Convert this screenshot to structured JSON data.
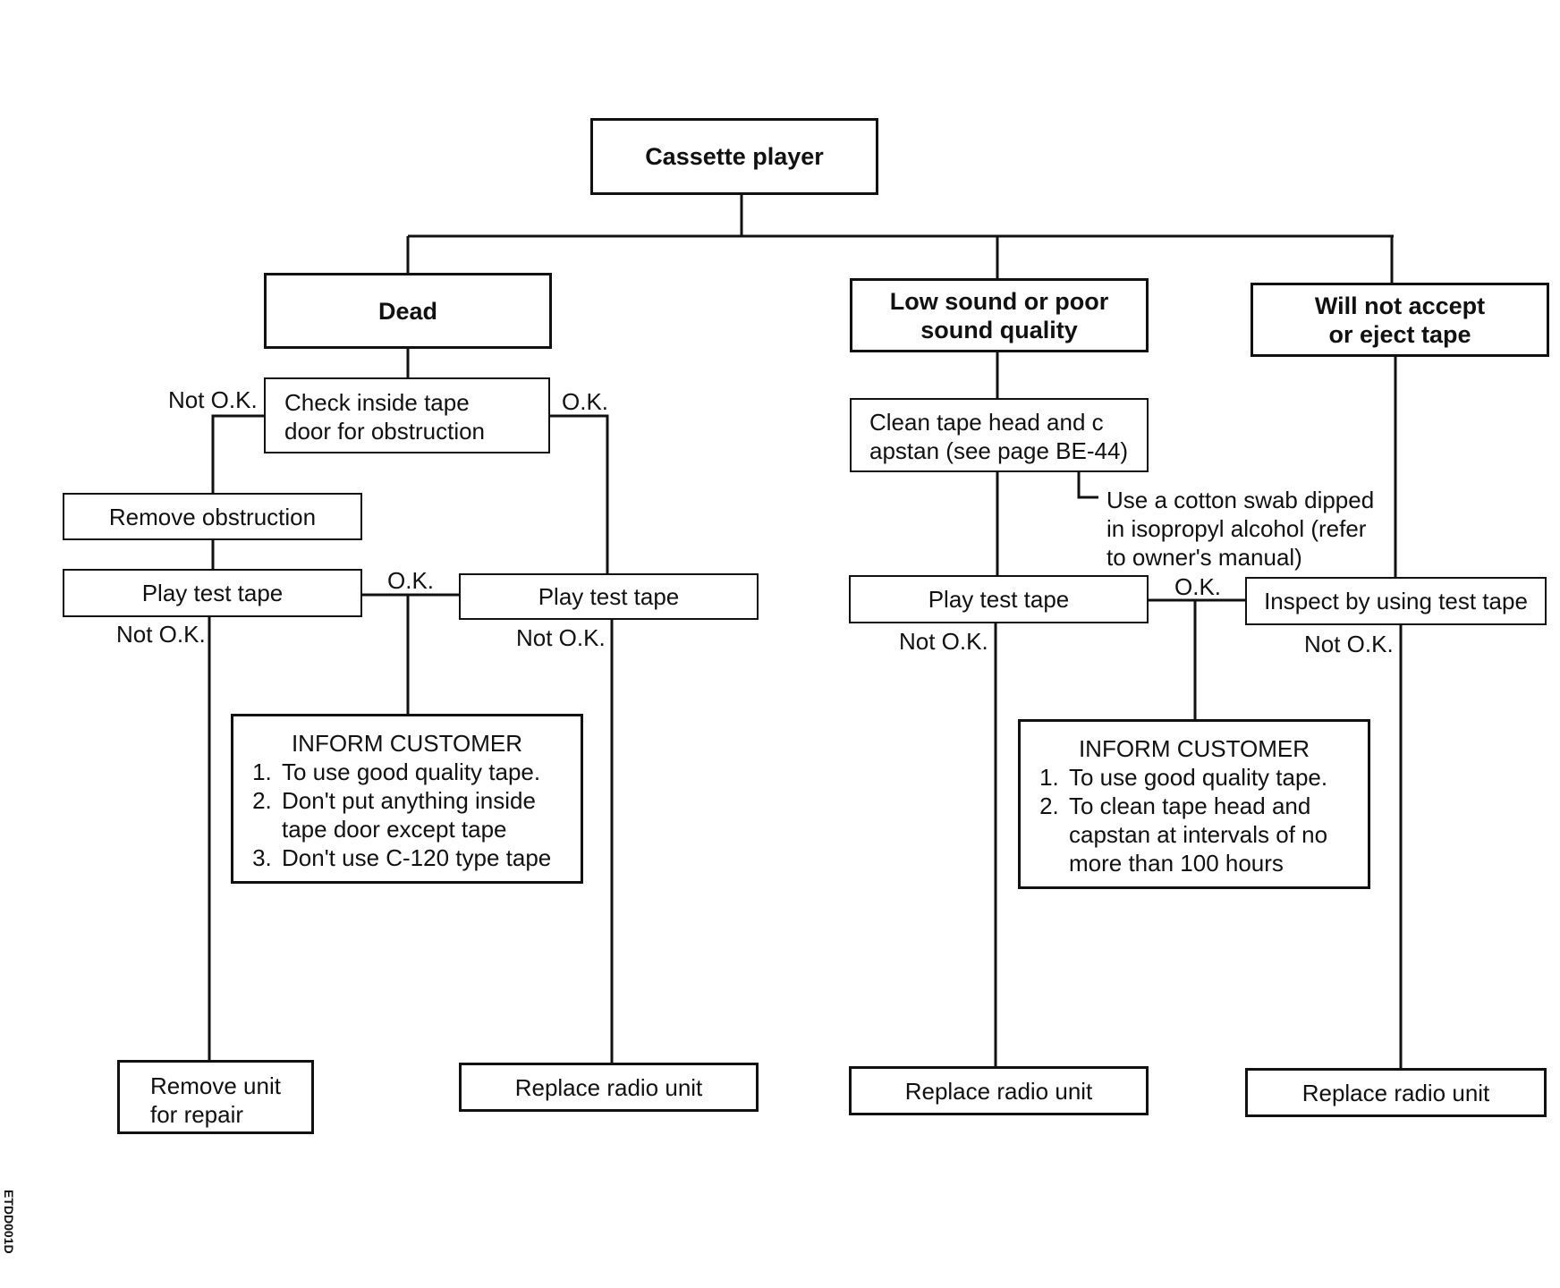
{
  "root": "Cassette player",
  "symptoms": {
    "dead": "Dead",
    "low_sound": "Low sound or poor\nsound quality",
    "no_eject": "Will not accept\nor eject tape"
  },
  "steps": {
    "check_door": "Check inside tape\ndoor for obstruction",
    "remove_obstruction": "Remove obstruction",
    "play_test_1": "Play test tape",
    "play_test_2": "Play test tape",
    "clean_head": "Clean tape head and c\napstan (see page BE-44)",
    "cotton_note": "Use a cotton swab dipped\nin isopropyl alcohol (refer\nto owner's manual)",
    "play_test_3": "Play test tape",
    "inspect": "Inspect by using test tape"
  },
  "inform_1": {
    "title": "INFORM CUSTOMER",
    "items": [
      "To use good quality tape.",
      "Don't put anything inside\ntape door except tape",
      "Don't use C-120 type tape"
    ]
  },
  "inform_2": {
    "title": "INFORM CUSTOMER",
    "items": [
      "To use good quality tape.",
      "To clean tape head and\ncapstan at intervals of no\nmore than 100 hours"
    ]
  },
  "outcomes": {
    "remove_unit": "Remove unit\nfor repair",
    "replace_1": "Replace radio unit",
    "replace_2": "Replace radio unit",
    "replace_3": "Replace radio unit"
  },
  "labels": {
    "not_ok": "Not O.K.",
    "ok": "O.K."
  },
  "code": "ETDD001D"
}
